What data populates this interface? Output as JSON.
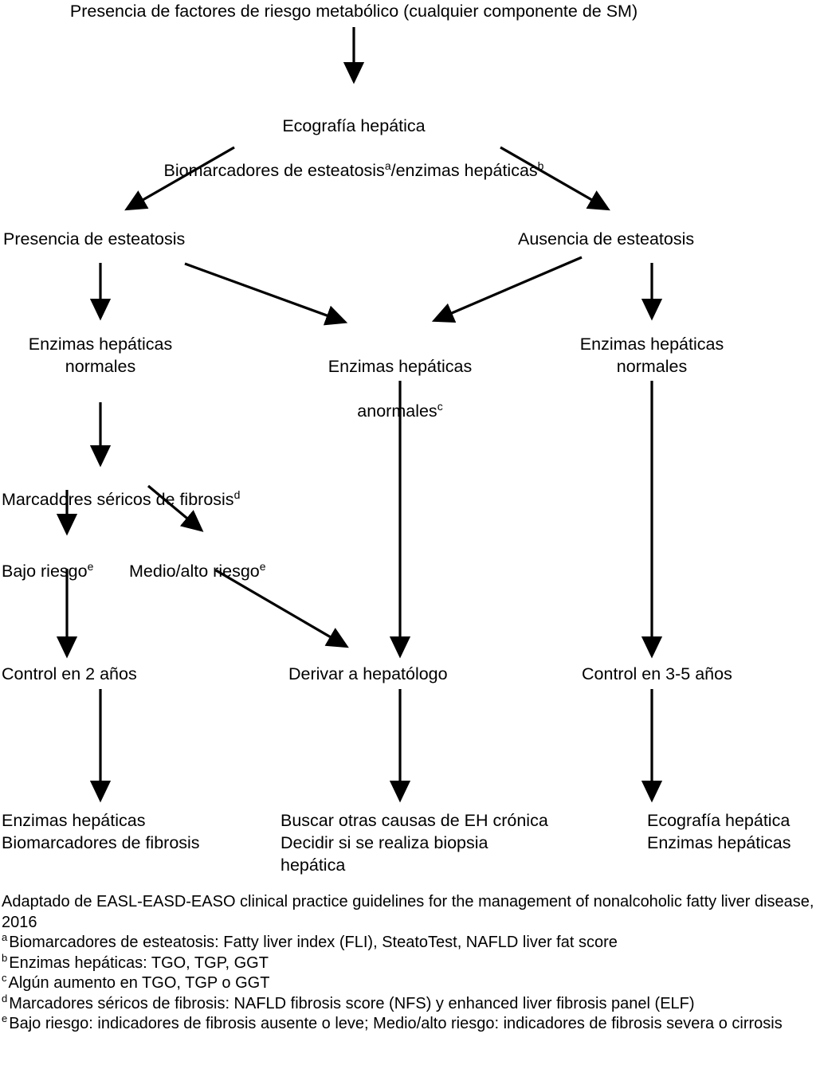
{
  "diagram": {
    "type": "clinical-algorithm-flowchart",
    "language": "es",
    "nodes": {
      "top": "Presencia de factores de riesgo metabólico (cualquier componente de SM)",
      "ultrasound_line1": "Ecografía hepática",
      "ultrasound_line2a": "Biomarcadores de esteatosis",
      "ultrasound_sup_a": "a",
      "ultrasound_line2b": "/enzimas hepáticas",
      "ultrasound_sup_b": "b",
      "steatosis_present": "Presencia de esteatosis",
      "steatosis_absent": "Ausencia de esteatosis",
      "enzymes_normal_left": "Enzimas hepáticas\nnormales",
      "enzymes_abnormal_mid_l1": "Enzimas hepáticas",
      "enzymes_abnormal_mid_l2": "anormales",
      "enzymes_abnormal_sup_c": "c",
      "enzymes_normal_right": "Enzimas hepáticas\nnormales",
      "serum_markers": "Marcadores séricos de fibrosis",
      "serum_markers_sup_d": "d",
      "low_risk": "Bajo riesgo",
      "low_risk_sup_e": "e",
      "med_high_risk": "Medio/alto riesgo",
      "med_high_risk_sup_e": "e",
      "control_2y": "Control en 2 años",
      "refer_hepatologist": "Derivar a hepatólogo",
      "control_3_5y": "Control en 3-5 años",
      "outcome_left": "Enzimas hepáticas\nBiomarcadores de fibrosis",
      "outcome_mid": "Buscar otras causas de EH crónica\nDecidir si se realiza biopsia\nhepática",
      "outcome_right": "Ecografía hepática\nEnzimas hepáticas"
    },
    "edges": [
      {
        "name": "top-to-ultrasound",
        "from": "top",
        "to": "ultrasound",
        "style": "vertical-arrow"
      },
      {
        "name": "ultrasound-to-steatosis-present",
        "from": "ultrasound",
        "to": "steatosis_present",
        "style": "diagonal-arrow-left"
      },
      {
        "name": "ultrasound-to-steatosis-absent",
        "from": "ultrasound",
        "to": "steatosis_absent",
        "style": "diagonal-arrow-right"
      },
      {
        "name": "steatosis-present-to-enzymes-normal",
        "from": "steatosis_present",
        "to": "enzymes_normal_left",
        "style": "vertical-arrow"
      },
      {
        "name": "steatosis-present-to-enzymes-abnormal",
        "from": "steatosis_present",
        "to": "enzymes_abnormal_mid",
        "style": "diagonal-arrow-right"
      },
      {
        "name": "steatosis-absent-to-enzymes-abnormal",
        "from": "steatosis_absent",
        "to": "enzymes_abnormal_mid",
        "style": "diagonal-arrow-left"
      },
      {
        "name": "steatosis-absent-to-enzymes-normal",
        "from": "steatosis_absent",
        "to": "enzymes_normal_right",
        "style": "vertical-arrow"
      },
      {
        "name": "enzymes-normal-to-serum-markers",
        "from": "enzymes_normal_left",
        "to": "serum_markers",
        "style": "vertical-arrow"
      },
      {
        "name": "serum-markers-to-low-risk",
        "from": "serum_markers",
        "to": "low_risk",
        "style": "vertical-arrow"
      },
      {
        "name": "serum-markers-to-med-high-risk",
        "from": "serum_markers",
        "to": "med_high_risk",
        "style": "diagonal-arrow-right"
      },
      {
        "name": "low-risk-to-control-2y",
        "from": "low_risk",
        "to": "control_2y",
        "style": "vertical-arrow"
      },
      {
        "name": "med-high-risk-to-refer",
        "from": "med_high_risk",
        "to": "refer_hepatologist",
        "style": "diagonal-arrow-right"
      },
      {
        "name": "enzymes-abnormal-to-refer",
        "from": "enzymes_abnormal_mid",
        "to": "refer_hepatologist",
        "style": "vertical-arrow"
      },
      {
        "name": "enzymes-normal-right-to-control-3-5y",
        "from": "enzymes_normal_right",
        "to": "control_3_5y",
        "style": "vertical-arrow"
      },
      {
        "name": "control-2y-to-outcome-left",
        "from": "control_2y",
        "to": "outcome_left",
        "style": "vertical-arrow"
      },
      {
        "name": "refer-to-outcome-mid",
        "from": "refer_hepatologist",
        "to": "outcome_mid",
        "style": "vertical-arrow"
      },
      {
        "name": "control-3-5y-to-outcome-right",
        "from": "control_3_5y",
        "to": "outcome_right",
        "style": "vertical-arrow"
      }
    ]
  },
  "footnotes": {
    "source": "Adaptado de EASL-EASD-EASO clinical practice guidelines for the management of nonalcoholic fatty liver disease, 2016",
    "items": [
      {
        "mark": "a",
        "text": "Biomarcadores de esteatosis: Fatty liver index (FLI), SteatoTest, NAFLD liver fat score"
      },
      {
        "mark": "b",
        "text": "Enzimas hepáticas: TGO, TGP, GGT"
      },
      {
        "mark": "c",
        "text": "Algún aumento en TGO, TGP o GGT"
      },
      {
        "mark": "d",
        "text": "Marcadores séricos de fibrosis: NAFLD fibrosis score (NFS) y enhanced liver fibrosis panel (ELF)"
      },
      {
        "mark": "e",
        "text": "Bajo riesgo: indicadores de fibrosis ausente o leve; Medio/alto riesgo: indicadores de fibrosis severa o cirrosis"
      }
    ]
  },
  "style": {
    "line_color": "#000000",
    "background": "#ffffff"
  }
}
